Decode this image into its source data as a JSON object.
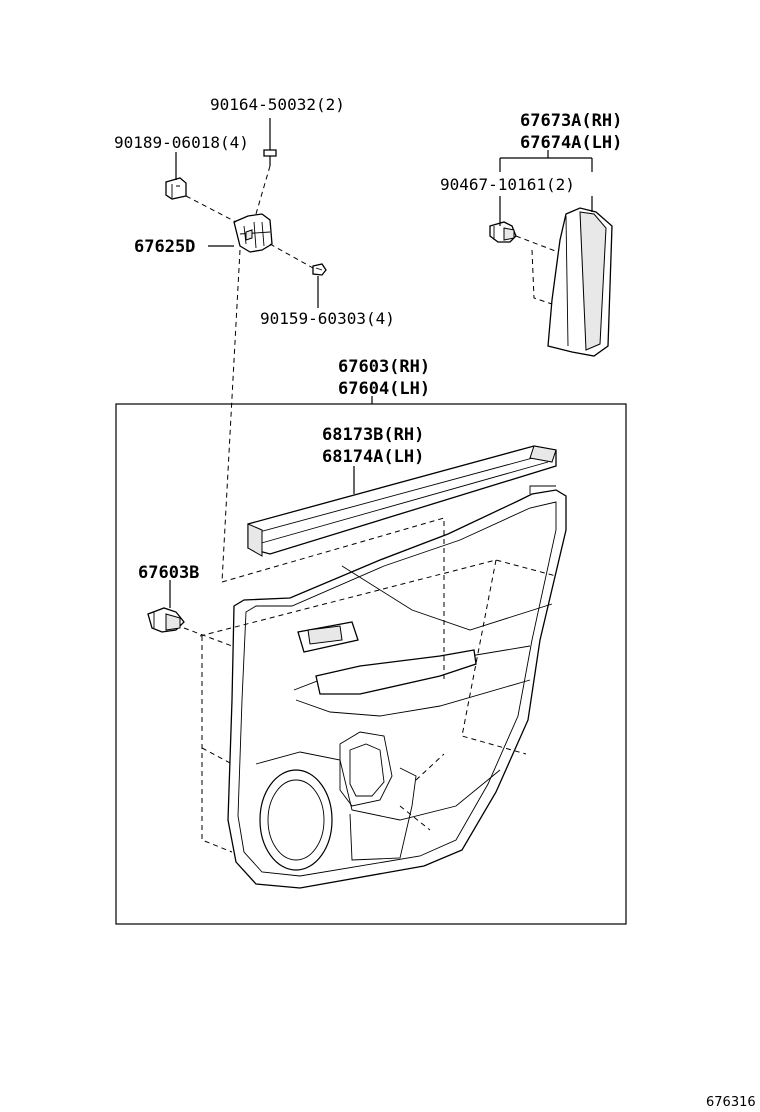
{
  "labels": {
    "p90164": "90164-50032(2)",
    "p90189": "90189-06018(4)",
    "p67625": "67625D",
    "p90159": "90159-60303(4)",
    "p67673": "67673A(RH)",
    "p67674": "67674A(LH)",
    "p90467": "90467-10161(2)",
    "p67603": "67603(RH)",
    "p67604": "67604(LH)",
    "p68173": "68173B(RH)",
    "p68174": "68174A(LH)",
    "p67603b": "67603B"
  },
  "footer": {
    "diagram_id": "676316"
  }
}
